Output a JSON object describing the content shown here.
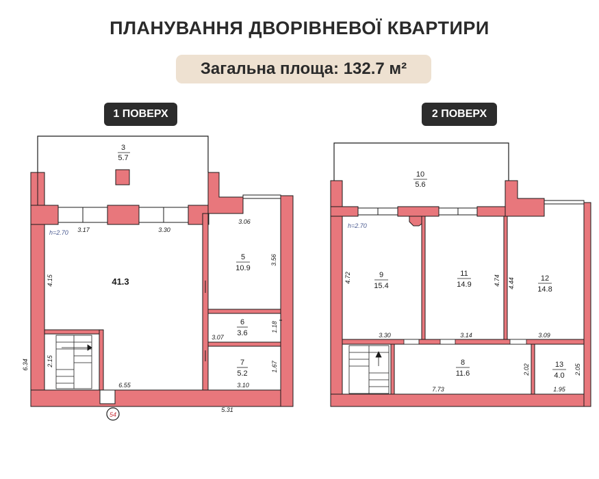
{
  "title": "ПЛАНУВАННЯ ДВОРІВНЕВОЇ КВАРТИРИ",
  "total_area": "Загальна площа: 132.7 м²",
  "colors": {
    "wall": "#e8777c",
    "wall_stroke": "#1a1a1a",
    "pill_bg": "#eee1d1",
    "floor_tag_bg": "#2c2c2c"
  },
  "floor1": {
    "label": "1 ПОВЕРХ",
    "height_mark": "h=2.70",
    "rooms": [
      {
        "num": "3",
        "area": "5.7"
      },
      {
        "num": "",
        "area": "41.3"
      },
      {
        "num": "5",
        "area": "10.9"
      },
      {
        "num": "6",
        "area": "3.6"
      },
      {
        "num": "7",
        "area": "5.2"
      }
    ],
    "dims": [
      "3.17",
      "3.30",
      "3.06",
      "3.56",
      "4.15",
      "3.07",
      "1.18",
      "2.15",
      "6.34",
      "6.55",
      "3.10",
      "1.67",
      "5.31"
    ],
    "marker": "54"
  },
  "floor2": {
    "label": "2 ПОВЕРХ",
    "height_mark": "h=2.70",
    "rooms": [
      {
        "num": "10",
        "area": "5.6"
      },
      {
        "num": "9",
        "area": "15.4"
      },
      {
        "num": "11",
        "area": "14.9"
      },
      {
        "num": "12",
        "area": "14.8"
      },
      {
        "num": "8",
        "area": "11.6"
      },
      {
        "num": "13",
        "area": "4.0"
      }
    ],
    "dims": [
      "4.72",
      "4.74",
      "4.44",
      "3.30",
      "3.14",
      "3.09",
      "2.02",
      "2.05",
      "7.73",
      "1.95"
    ]
  }
}
